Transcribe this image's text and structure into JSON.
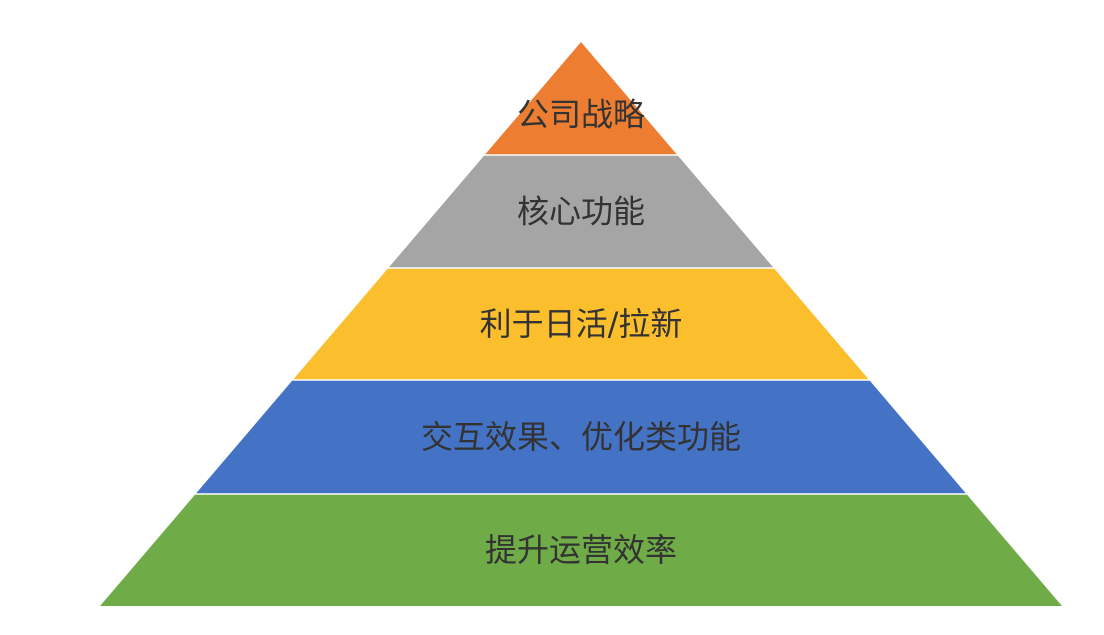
{
  "pyramid": {
    "layers": [
      {
        "label": "公司战略",
        "color": "#ED7D31"
      },
      {
        "label": "核心功能",
        "color": "#A5A5A5"
      },
      {
        "label": "利于日活/拉新",
        "color": "#FBBE2C"
      },
      {
        "label": "交互效果、优化类功能",
        "color": "#4472C4"
      },
      {
        "label": "提升运营效率",
        "color": "#6FAC47"
      }
    ]
  }
}
